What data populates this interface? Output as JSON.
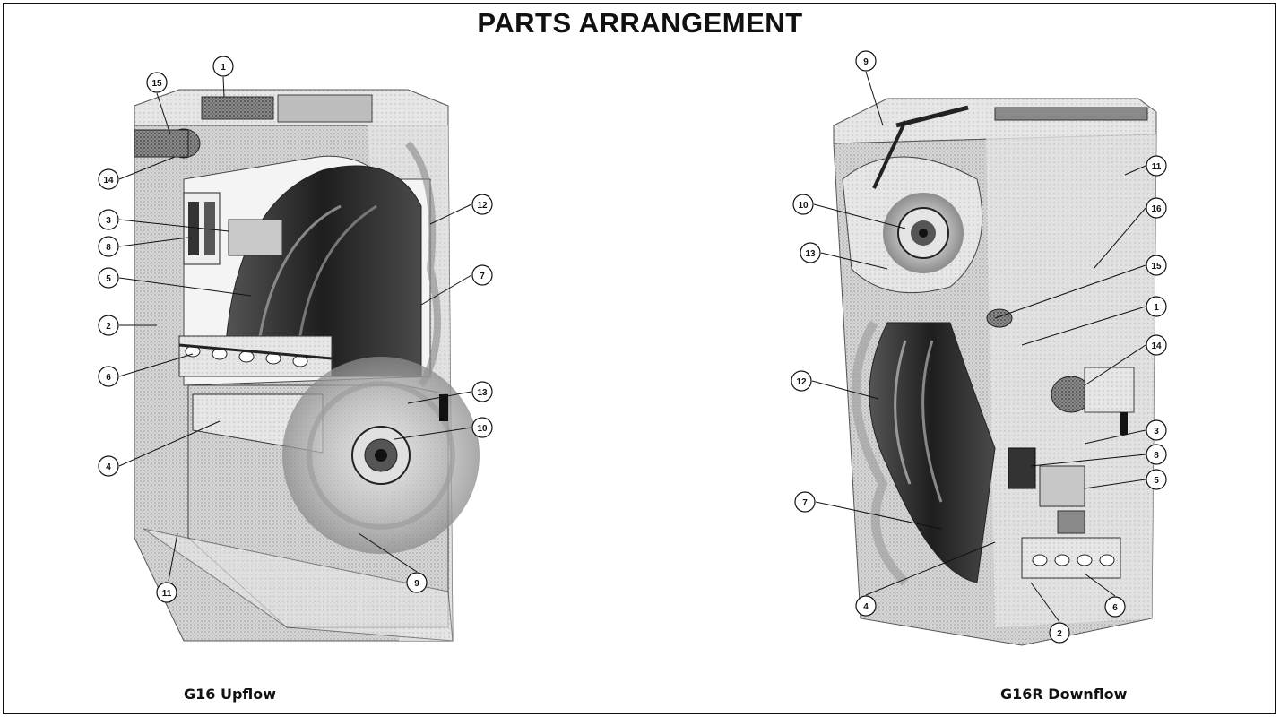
{
  "title": "PARTS ARRANGEMENT",
  "captions": {
    "left": "G16 Upflow",
    "right": "G16R Downflow"
  },
  "colors": {
    "stroke": "#111111",
    "cabinet": "#d0d0d0",
    "dark": "#3a3a3a",
    "background": "#ffffff"
  },
  "left_callouts": [
    "15",
    "1",
    "14",
    "12",
    "3",
    "8",
    "5",
    "7",
    "2",
    "6",
    "13",
    "10",
    "4",
    "9",
    "11"
  ],
  "right_callouts": [
    "9",
    "11",
    "10",
    "16",
    "13",
    "15",
    "1",
    "14",
    "12",
    "3",
    "8",
    "5",
    "7",
    "6",
    "4",
    "2"
  ]
}
